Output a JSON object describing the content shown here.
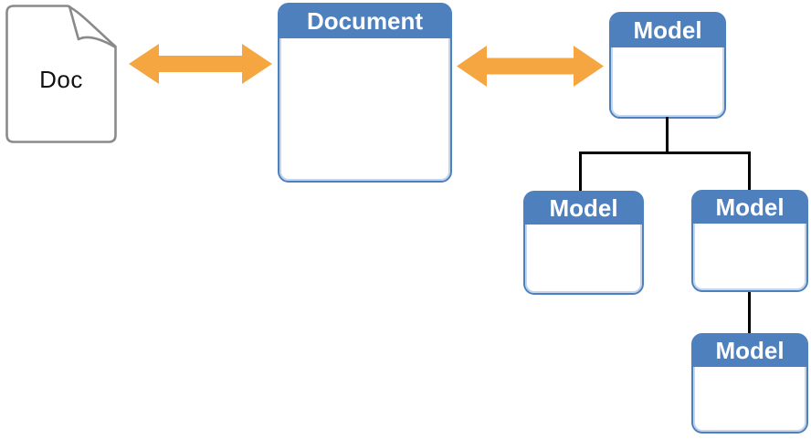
{
  "diagram": {
    "doc_file": {
      "label": "Doc",
      "icon": "page-with-folded-corner"
    },
    "arrows": {
      "doc_document_arrow": "double-headed-horizontal-arrow",
      "document_model_arrow": "double-headed-horizontal-arrow"
    },
    "document_node": {
      "title": "Document"
    },
    "model_tree": {
      "root": {
        "title": "Model"
      },
      "children": [
        {
          "title": "Model"
        },
        {
          "title": "Model"
        }
      ],
      "grandchild": {
        "title": "Model"
      }
    },
    "colors": {
      "background": "#ffffff",
      "node-blue": "#4d80bd",
      "node-border": "#4d80bd",
      "node-inner-highlight": "#c3d6ee",
      "node-title-text": "#ffffff",
      "arrow-orange": "#f5a640",
      "connector-black": "#000000",
      "doc-border-gray": "#8a8a8a",
      "doc-text": "#111111"
    }
  }
}
